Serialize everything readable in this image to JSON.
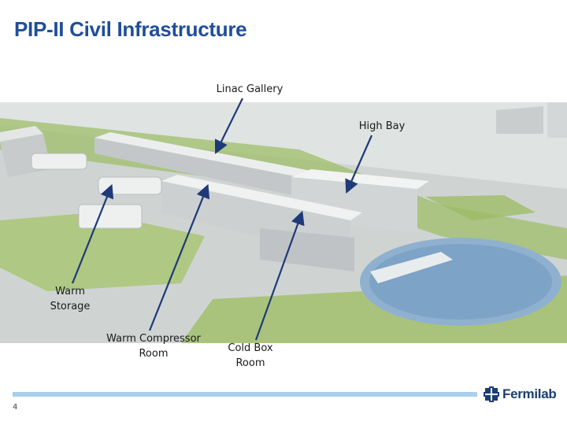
{
  "title": "PIP-II Civil Infrastructure",
  "labels": {
    "linac_gallery": "Linac Gallery",
    "high_bay": "High Bay",
    "warm_storage": "Warm\nStorage",
    "warm_compressor_room": "Warm Compressor\nRoom",
    "cold_box_room": "Cold Box\nRoom"
  },
  "footer": {
    "page_number": "4",
    "logo_text": "Fermilab"
  },
  "colors": {
    "title": "#1f4e9a",
    "arrow": "#1f3a78",
    "footer_bar": "#a9cfee",
    "logo": "#1b3d73"
  },
  "icons": {
    "logo_mark": "fermilab-logo-icon"
  }
}
